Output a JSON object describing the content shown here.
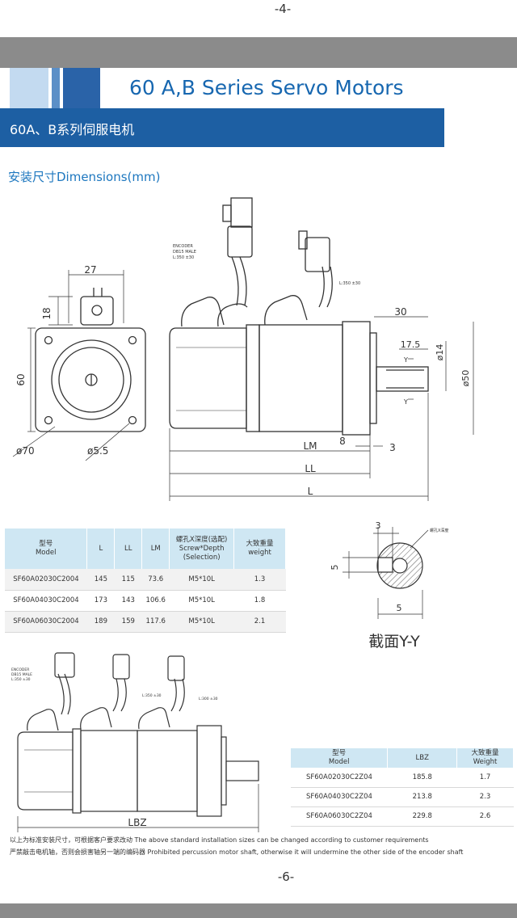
{
  "page": {
    "top_page_number": "-4-",
    "bottom_page_number": "-6-"
  },
  "header": {
    "title": "60 A,B Series Servo Motors",
    "subtitle_cn": "60A、B系列伺服电机"
  },
  "section": {
    "heading": "安装尺寸Dimensions(mm)"
  },
  "drawing_labels": {
    "dim_27": "27",
    "dim_18": "18",
    "dim_60": "60",
    "dim_phi70": "ø70",
    "dim_phi55": "ø5.5",
    "encoder_note_1": "ENCODER",
    "encoder_note_2": "DB15 MALE",
    "encoder_note_3": "L:350 ±30",
    "power_note": "L:350 ±30",
    "dim_30": "30",
    "dim_175": "17.5",
    "dim_phi14": "ø14",
    "dim_phi50": "ø50",
    "y_mark_1": "Y",
    "y_mark_2": "Y",
    "dim_lm": "LM",
    "dim_8": "8",
    "dim_3": "3",
    "dim_ll": "LL",
    "dim_l": "L",
    "section_3": "3",
    "section_5v": "5",
    "section_5h": "5",
    "section_label_cn": "截面Y-Y",
    "section_hole_note": "螺孔X深度",
    "brake_encoder_1": "ENCODER",
    "brake_encoder_2": "DB15 MALE",
    "brake_encoder_3": "L:350 ±30",
    "brake_power_note": "L:350 ±30",
    "brake_brake_note": "L:300 ±30",
    "dim_lbz": "LBZ"
  },
  "table_a": {
    "headers": [
      {
        "cn": "型号",
        "en": "Model"
      },
      {
        "cn": "",
        "en": "L"
      },
      {
        "cn": "",
        "en": "LL"
      },
      {
        "cn": "",
        "en": "LM"
      },
      {
        "cn": "螺孔X深度(选配)",
        "en": "Screw*Depth (Selection)"
      },
      {
        "cn": "大致重量",
        "en": "weight"
      }
    ],
    "rows": [
      {
        "model": "SF60A02030C2004",
        "l": "145",
        "ll": "115",
        "lm": "73.6",
        "screw": "M5*10L",
        "weight": "1.3"
      },
      {
        "model": "SF60A04030C2004",
        "l": "173",
        "ll": "143",
        "lm": "106.6",
        "screw": "M5*10L",
        "weight": "1.8"
      },
      {
        "model": "SF60A06030C2004",
        "l": "189",
        "ll": "159",
        "lm": "117.6",
        "screw": "M5*10L",
        "weight": "2.1"
      }
    ]
  },
  "table_b": {
    "headers": [
      {
        "cn": "型号",
        "en": "Model"
      },
      {
        "cn": "",
        "en": "LBZ"
      },
      {
        "cn": "大致重量",
        "en": "Weight"
      }
    ],
    "rows": [
      {
        "model": "SF60A02030C2Z04",
        "lbz": "185.8",
        "weight": "1.7"
      },
      {
        "model": "SF60A04030C2Z04",
        "lbz": "213.8",
        "weight": "2.3"
      },
      {
        "model": "SF60A06030C2Z04",
        "lbz": "229.8",
        "weight": "2.6"
      }
    ]
  },
  "notes": {
    "line1": "以上为标准安装尺寸，可根据客户要求改动  The above standard installation sizes can be changed according to customer requirements",
    "line2": "严禁敲击电机轴，否则会损害轴另一端的编码器   Prohibited percussion motor shaft, otherwise it will undermine the other side of the encoder shaft"
  },
  "colors": {
    "title_blue": "#1767b0",
    "bar_blue": "#1d5fa3",
    "table_header": "#cfe7f3",
    "band_gray": "#8b8b8b"
  }
}
